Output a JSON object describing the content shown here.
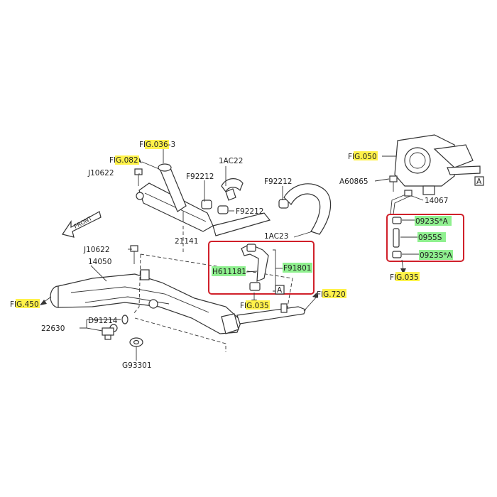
{
  "labels": {
    "fig_036_prefix": "F",
    "fig_036_hl": "IG.03",
    "fig_036_suffix": "6-3",
    "fig_082_prefix": "F",
    "fig_082_hl": "IG.08",
    "fig_082_suffix": "2",
    "j10622_top": "J10622",
    "f92212_a": "F92212",
    "ac22": "1AC22",
    "f92212_b": "F92212",
    "f92212_c": "F92212",
    "p21141": "21141",
    "ac23": "1AC23",
    "j10622_bot": "J10622",
    "p14050": "14050",
    "h611181": "H611181",
    "f91801": "F91801",
    "ref_a_left": "A",
    "fig_035_left_prefix": "F",
    "fig_035_left_hl": "IG.03",
    "fig_035_left_suffix": "5",
    "fig_720_prefix": "F",
    "fig_720_hl": "IG.72",
    "fig_720_suffix": "0",
    "fig_450_prefix": "F",
    "fig_450_hl": "IG.45",
    "fig_450_suffix": "0",
    "d91214": "D91214",
    "p22630": "22630",
    "g93301": "G93301",
    "front": "FRONT",
    "fig_050_prefix": "F",
    "fig_050_hl": "IG.05",
    "fig_050_suffix": "0",
    "a60865": "A60865",
    "p14067": "14067",
    "ref_a_right": "A",
    "c0923s_top": "0923S",
    "c0923s_top_suffix": "*A",
    "c0955s": "0955S",
    "c0923s_bot": "0923S",
    "c0923s_bot_suffix": "*A",
    "fig_035_right_prefix": "F",
    "fig_035_right_hl": "IG.03",
    "fig_035_right_suffix": "5"
  },
  "colors": {
    "highlight_yellow": "#fff24a",
    "highlight_green": "#8ff08f",
    "callout_box": "#d0202a",
    "line": "#333333"
  }
}
